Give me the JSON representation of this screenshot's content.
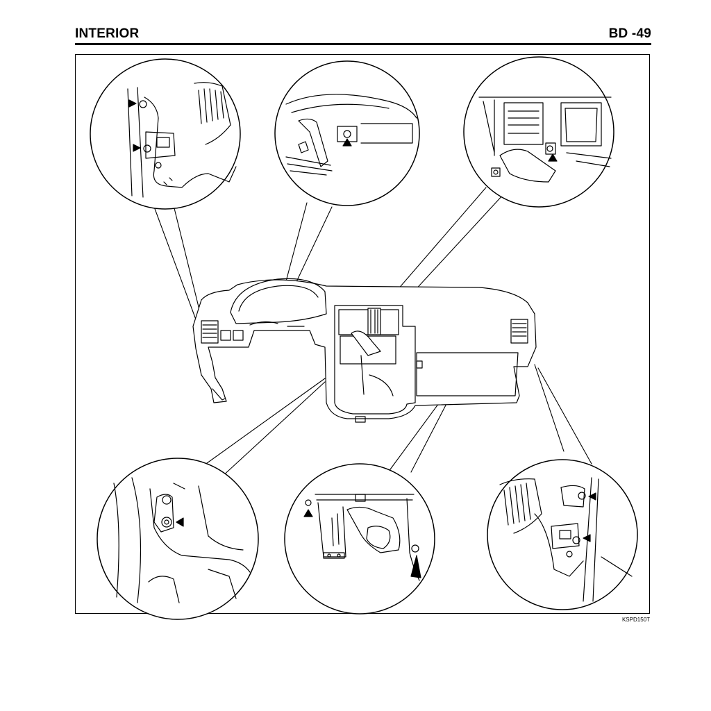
{
  "header": {
    "section_title": "INTERIOR",
    "page_number": "BD -49"
  },
  "figure": {
    "code": "KSPD150T",
    "callouts": [
      {
        "id": "upper-left",
        "marker_icon": "arrow-triangle-icon"
      },
      {
        "id": "upper-center",
        "marker_icon": "arrow-triangle-icon"
      },
      {
        "id": "upper-right",
        "marker_icon": "arrow-triangle-icon"
      },
      {
        "id": "lower-left",
        "marker_icon": "arrow-triangle-icon"
      },
      {
        "id": "lower-center",
        "marker_icon": "arrow-triangle-icon"
      },
      {
        "id": "lower-right",
        "marker_icon": "arrow-triangle-icon"
      }
    ]
  }
}
